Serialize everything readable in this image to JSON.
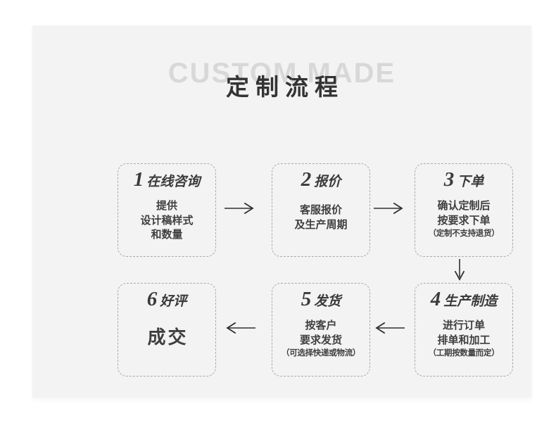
{
  "panel": {
    "background_color": "#f3f3f3",
    "page_background_color": "#ffffff"
  },
  "header": {
    "watermark": "CUSTOM MADE",
    "watermark_color": "#d8d8d8",
    "title": "定制流程",
    "title_color": "#333333"
  },
  "flow": {
    "border_color": "#a9a9a9",
    "steps": [
      {
        "number": "1",
        "title": "在线咨询",
        "lines": [
          "提供",
          "设计稿样式",
          "和数量"
        ],
        "note": ""
      },
      {
        "number": "2",
        "title": "报价",
        "lines": [
          "客服报价",
          "及生产周期"
        ],
        "note": ""
      },
      {
        "number": "3",
        "title": "下单",
        "lines": [
          "确认定制后",
          "按要求下单"
        ],
        "note": "（定制不支持退货）"
      },
      {
        "number": "4",
        "title": "生产制造",
        "lines": [
          "进行订单",
          "排单和加工"
        ],
        "note": "（工期按数量而定）"
      },
      {
        "number": "5",
        "title": "发货",
        "lines": [
          "按客户",
          "要求发货"
        ],
        "note": "（可选择快递或物流）"
      },
      {
        "number": "6",
        "title": "好评",
        "lines": [
          "成交"
        ],
        "note": ""
      }
    ],
    "connectors": [
      {
        "name": "arrow-step1-to-step2",
        "direction": "right"
      },
      {
        "name": "arrow-step2-to-step3",
        "direction": "right"
      },
      {
        "name": "arrow-step3-to-step4",
        "direction": "down"
      },
      {
        "name": "arrow-step4-to-step5",
        "direction": "left"
      },
      {
        "name": "arrow-step5-to-step6",
        "direction": "left"
      }
    ]
  }
}
